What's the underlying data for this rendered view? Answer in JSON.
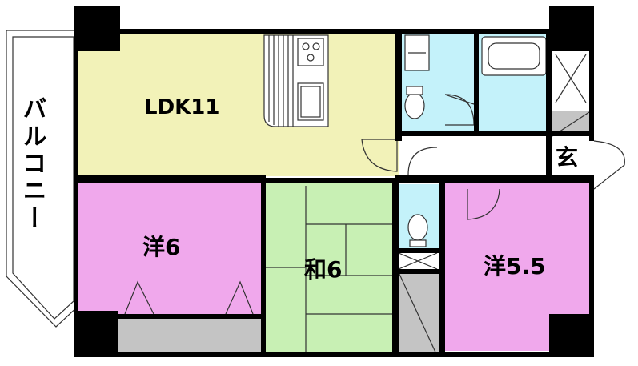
{
  "rooms": {
    "ldk": {
      "label": "LDK11",
      "color": "#f2f2b8"
    },
    "west6": {
      "label": "洋6",
      "color": "#f0a8ec"
    },
    "japanese6": {
      "label": "和6",
      "color": "#c8f0b4"
    },
    "west55": {
      "label": "洋5.5",
      "color": "#f0a8ec"
    },
    "entrance": {
      "label": "玄",
      "color": "#ffffff"
    },
    "balcony": {
      "label": "バルコニー",
      "color": "#ffffff"
    }
  },
  "colors": {
    "wet_area": "#c4f2fa",
    "closet": "#c4c4c4",
    "wall": "#000000"
  },
  "icons": [
    "stove-icon",
    "sink-icon",
    "toilet-icon",
    "washbasin-icon",
    "bathtub-icon",
    "closet-cross-icon",
    "door-swing-icon"
  ]
}
